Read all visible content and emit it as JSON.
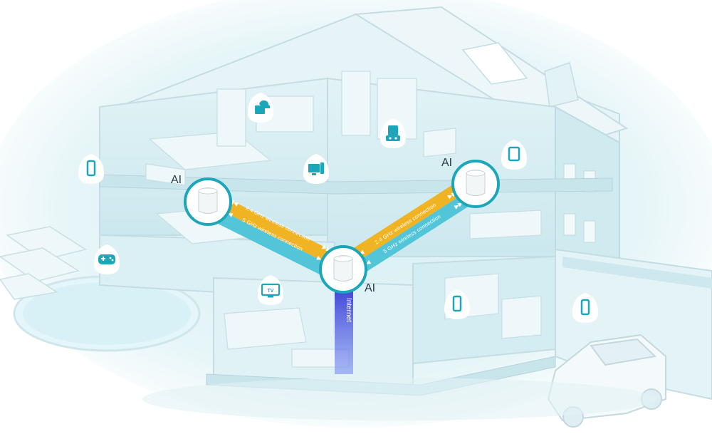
{
  "nodes": {
    "left": {
      "badge": "AI"
    },
    "center": {
      "badge": "AI"
    },
    "right": {
      "badge": "AI"
    }
  },
  "links": {
    "left_24": "2.4 GHz wireless connection",
    "left_5": "5 GHz wireless connection",
    "right_24": "2.4 GHz wireless connection",
    "right_5": "5 GHz wireless connection"
  },
  "internet": "Internet",
  "device_icons": [
    {
      "name": "cloud-storage-icon"
    },
    {
      "name": "smart-home-hub-icon"
    },
    {
      "name": "phone-icon"
    },
    {
      "name": "desktop-computer-icon"
    },
    {
      "name": "tablet-icon"
    },
    {
      "name": "gamepad-icon"
    },
    {
      "name": "tv-icon"
    },
    {
      "name": "phone-icon"
    },
    {
      "name": "phone-icon"
    }
  ],
  "colors": {
    "band_24": "#f0b323",
    "band_5": "#52c6d8",
    "internet": "#4a56d8",
    "teal": "#1ba6b9",
    "house": "#d6eef2"
  }
}
